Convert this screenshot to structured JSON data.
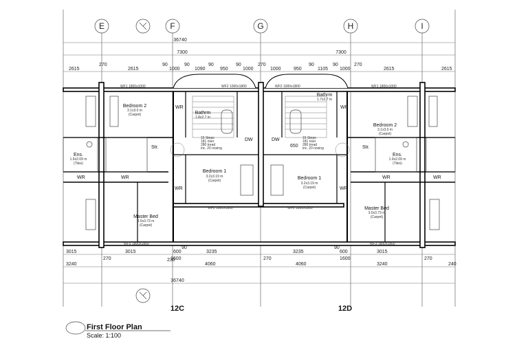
{
  "grid_letters": [
    "E",
    "F",
    "G",
    "H",
    "I"
  ],
  "overall_top": "36740",
  "overall_bottom": "36740",
  "half_top_left": "7300",
  "half_top_right": "7300",
  "top_dims": [
    "2615",
    "270",
    "2615",
    "90",
    "1000",
    "90",
    "1090",
    "90",
    "950",
    "90",
    "1000",
    "270",
    "1000",
    "950",
    "90",
    "1105",
    "90",
    "1000",
    "270",
    "2615",
    "2615"
  ],
  "bottom_dims": [
    "3015",
    "270",
    "3015",
    "1600",
    "90",
    "3235",
    "270",
    "3235",
    "90",
    "1600",
    "3015",
    "270",
    "3240",
    "230",
    "4060",
    "4060",
    "3240",
    "240"
  ],
  "bottom_small": [
    "600",
    "600"
  ],
  "rooms": {
    "bedroom2_left": {
      "name": "Bedroom 2",
      "size": "3.1x3.0 m",
      "finish": "(Carpet)"
    },
    "bedroom2_right": {
      "name": "Bedroom 2",
      "size": "3.1x3.0 m",
      "finish": "(Carpet)"
    },
    "bathroom_left": {
      "name": "Bathrm",
      "size": "1.8x2.7 m"
    },
    "bathroom_right": {
      "name": "Bathrm",
      "size": "1.7x2.7 m"
    },
    "bedroom1_left": {
      "name": "Bedroom 1",
      "size": "3.2x3.19 m",
      "finish": "(Carpet)"
    },
    "bedroom1_right": {
      "name": "Bedroom 1",
      "size": "3.2x3.19 m",
      "finish": "(Carpet)"
    },
    "master_left": {
      "name": "Master Bed",
      "size": "3.0x3.73 m",
      "finish": "(Carpet)"
    },
    "master_right": {
      "name": "Master Bed",
      "size": "3.0x3.73 m",
      "finish": "(Carpet)"
    },
    "ens_left": {
      "name": "Ens.",
      "size": "1.9x2.09 m",
      "finish": "(Tiles)"
    },
    "ens_right": {
      "name": "Ens.",
      "size": "1.9x2.09 m",
      "finish": "(Tiles)"
    }
  },
  "stair_left": {
    "l1": "15 Steps",
    "l2": "181 riser",
    "l3": "280 tread",
    "l4": "inc. 20 nosing"
  },
  "stair_right": {
    "l1": "15 Steps",
    "l2": "181 riser",
    "l3": "280 tread",
    "l4": "inc. 20 nosing"
  },
  "labels": {
    "wr": "WR",
    "dw": "DW",
    "str": "Str.",
    "stair_width": "650"
  },
  "windows": {
    "wf1": "WF1 1800x1000",
    "wf2a": "WF2 1000x1800",
    "wf2b": "WF2 1000x1800",
    "wf1b": "WF1 1800x1000",
    "wf3": "WF3 1800x1800",
    "wf5": "WF5 1800x1800",
    "wf5b": "WF5 1800x1800",
    "wf3b": "WF3 1800x1800"
  },
  "units": {
    "left": "12C",
    "right": "12D"
  },
  "title": "First Floor Plan",
  "scale": "Scale: 1:100"
}
